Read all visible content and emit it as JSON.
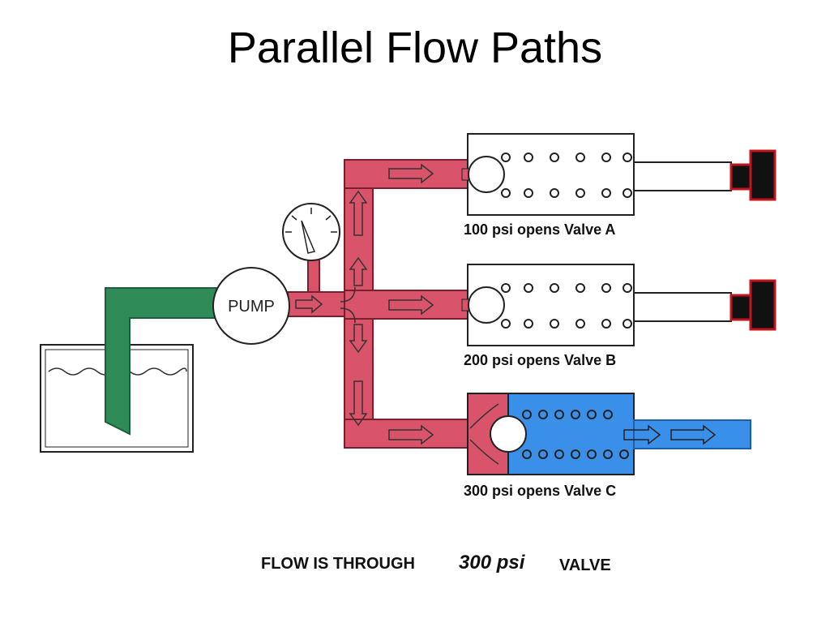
{
  "title": "Parallel Flow Paths",
  "pump_label": "PUMP",
  "valves": [
    {
      "caption": "100 psi opens Valve A"
    },
    {
      "caption": "200 psi opens Valve B"
    },
    {
      "caption": "300 psi opens Valve C"
    }
  ],
  "footer": {
    "prefix": "FLOW IS THROUGH",
    "pressure": "300 psi",
    "suffix": "VALVE"
  },
  "colors": {
    "pressure_fluid": "#d9536a",
    "suction_fluid": "#2e8b57",
    "return_fluid": "#3a8fe8",
    "actuator": "#c0141c"
  }
}
